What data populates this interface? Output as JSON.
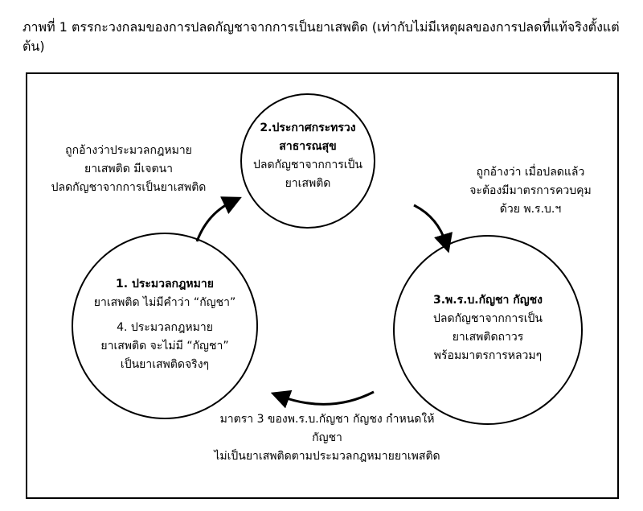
{
  "title": "ภาพที่ 1 ตรรกะวงกลมของการปลดกัญชาจากการเป็นยาเสพติด  (เท่ากับไม่มีเหตุผลของการปลดที่แท้จริงตั้งแต่ต้น)",
  "nodes": {
    "node2": {
      "heading": [
        "2.ประกาศกระทรวง",
        "สาธารณสุข"
      ],
      "body": [
        "ปลดกัญชาจากการเป็น",
        "ยาเสพติด"
      ]
    },
    "node3": {
      "heading": [
        "3.พ.ร.บ.กัญชา กัญชง"
      ],
      "body": [
        "ปลดกัญชาจากการเป็น",
        "ยาเสพติดถาวร",
        "พร้อมมาตรการหลวมๆ"
      ]
    },
    "node1": {
      "heading": [
        "1. ประมวลกฎหมาย"
      ],
      "body": [
        "ยาเสพติด ไม่มีคำว่า “กัญชา”"
      ]
    },
    "node4": {
      "body": [
        "4. ประมวลกฎหมาย",
        "ยาเสพติด จะไม่มี “กัญชา”",
        "เป็นยาเสพติดจริงๆ"
      ]
    }
  },
  "edges": {
    "left": [
      "ถูกอ้างว่าประมวลกฎหมาย",
      "ยาเสพติด มีเจตนา",
      "ปลดกัญชาจากการเป็นยาเสพติด"
    ],
    "right": [
      "ถูกอ้างว่า เมื่อปลดแล้ว",
      "จะต้องมีมาตรการควบคุม",
      "ด้วย พ.ร.บ.ฯ"
    ],
    "bottom": [
      "มาตรา 3 ของพ.ร.บ.กัญชา กัญชง กำหนดให้",
      "กัญชา",
      "ไม่เป็นยาเสพติดตามประมวลกฎหมายยาเพสติด"
    ]
  }
}
